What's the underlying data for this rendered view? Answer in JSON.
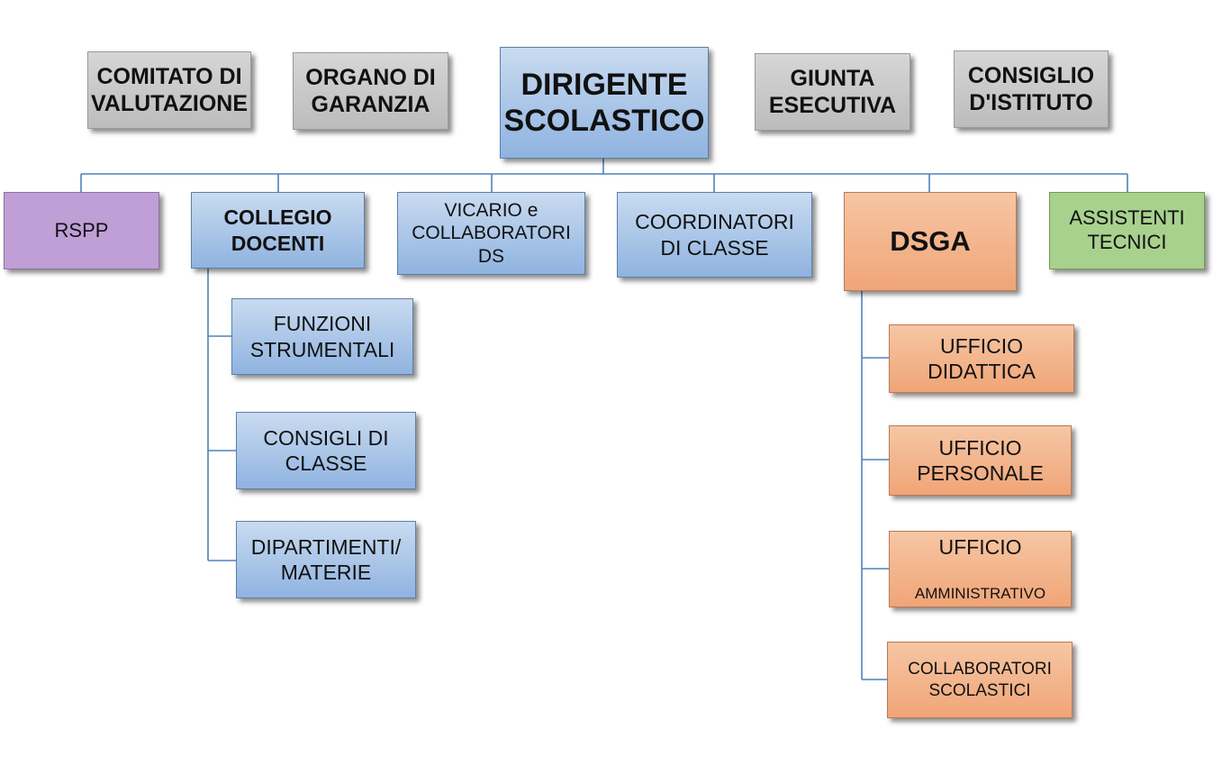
{
  "top_boxes": {
    "comitato": "COMITATO DI\nVALUTAZIONE",
    "organo": "ORGANO DI\nGARANZIA",
    "dirigente": "DIRIGENTE\nSCOLASTICO",
    "giunta": "GIUNTA\nESECUTIVA",
    "consiglio": "CONSIGLIO\nD'ISTITUTO"
  },
  "level2": {
    "rspp": "RSPP",
    "collegio": "COLLEGIO\nDOCENTI",
    "vicario": "VICARIO e\nCOLLABORATORI\nDS",
    "coordinatori": "COORDINATORI\nDI CLASSE",
    "dsga": "DSGA",
    "assistenti": "ASSISTENTI\nTECNICI"
  },
  "collegio_children": {
    "funzioni": "FUNZIONI\nSTRUMENTALI",
    "consigli": "CONSIGLI DI\nCLASSE",
    "dipartimenti": "DIPARTIMENTI/\nMATERIE"
  },
  "dsga_children": {
    "didattica": "UFFICIO\nDIDATTICA",
    "personale": "UFFICIO\nPERSONALE",
    "amministrativo_line1": "UFFICIO",
    "amministrativo_line2": "AMMINISTRATIVO",
    "collaboratori": "COLLABORATORI\nSCOLASTICI"
  },
  "colors": {
    "connector": "#4f81bd",
    "blue_box": "#8fb3e0",
    "gray_box": "#bcbcbc",
    "orange_box": "#f0a577",
    "purple_box": "#bf9fd6",
    "green_box": "#a9d18e"
  }
}
